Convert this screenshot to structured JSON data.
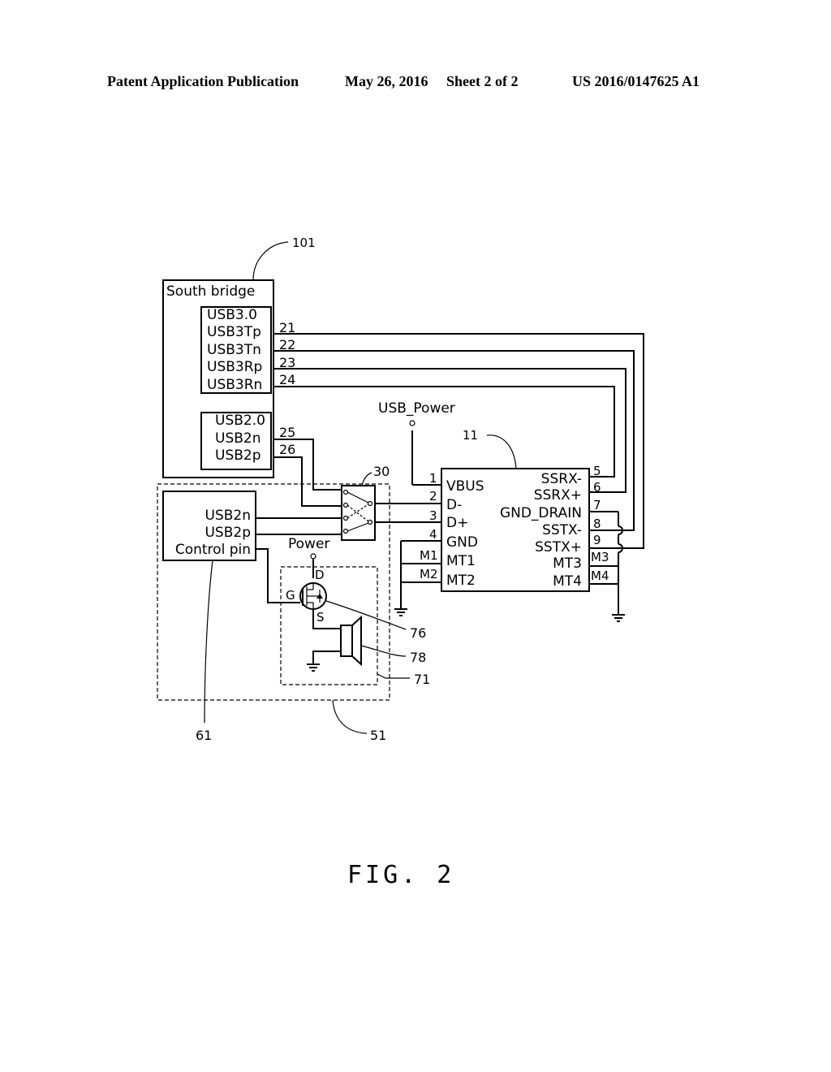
{
  "header": {
    "publication": "Patent Application Publication",
    "date": "May 26, 2016",
    "sheet": "Sheet 2 of 2",
    "number": "US 2016/0147625 A1"
  },
  "south_bridge": {
    "title": "South bridge",
    "usb3": {
      "title": "USB3.0",
      "pins": [
        "USB3Tp",
        "USB3Tn",
        "USB3Rp",
        "USB3Rn"
      ]
    },
    "usb2": {
      "title": "USB2.0",
      "pins": [
        "USB2n",
        "USB2p"
      ]
    }
  },
  "wire_refs": [
    "21",
    "22",
    "23",
    "24",
    "25",
    "26"
  ],
  "connector": {
    "left_pins": [
      "VBUS",
      "D-",
      "D+",
      "GND",
      "MT1",
      "MT2"
    ],
    "left_nums": [
      "1",
      "2",
      "3",
      "4",
      "M1",
      "M2"
    ],
    "right_pins": [
      "SSRX-",
      "SSRX+",
      "GND_DRAIN",
      "SSTX-",
      "SSTX+",
      "MT3",
      "MT4"
    ],
    "right_nums": [
      "5",
      "6",
      "7",
      "8",
      "9",
      "M3",
      "M4"
    ]
  },
  "usb_power": "USB_Power",
  "controller": {
    "pins": [
      "USB2n",
      "USB2p",
      "Control pin"
    ]
  },
  "power_label": "Power",
  "mosfet": {
    "drain": "D",
    "gate": "G",
    "source": "S"
  },
  "refs": {
    "south_bridge": "101",
    "connector": "11",
    "switch": "30",
    "mosfet": "76",
    "speaker": "78",
    "alarm_circuit": "71",
    "controller": "61",
    "module": "51"
  },
  "figure_label": "FIG. 2"
}
